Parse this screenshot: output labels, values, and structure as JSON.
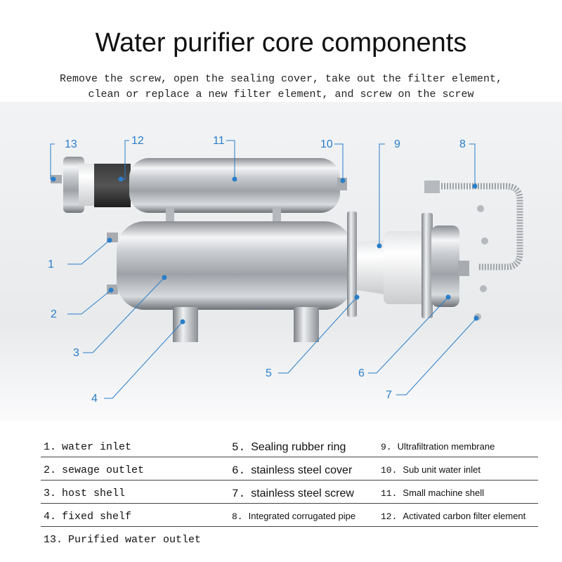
{
  "title": "Water purifier core components",
  "subtitle": [
    "Remove the screw, open the sealing cover, take out the filter element,",
    "clean or replace a new filter element, and screw on the screw"
  ],
  "callouts": [
    "1",
    "2",
    "3",
    "4",
    "5",
    "6",
    "7",
    "8",
    "9",
    "10",
    "11",
    "12",
    "13"
  ],
  "legend": {
    "col1": [
      {
        "num": "1.",
        "text": "water inlet"
      },
      {
        "num": "2.",
        "text": "sewage outlet"
      },
      {
        "num": "3.",
        "text": "host shell"
      },
      {
        "num": "4.",
        "text": "fixed shelf"
      },
      {
        "num": "13.",
        "text": "Purified water outlet"
      }
    ],
    "col2": [
      {
        "num": "5.",
        "text": "Sealing rubber ring"
      },
      {
        "num": "6.",
        "text": "stainless steel cover"
      },
      {
        "num": "7.",
        "text": "stainless steel screw"
      },
      {
        "num": "8.",
        "text": "Integrated corrugated pipe"
      }
    ],
    "col3": [
      {
        "num": "9.",
        "text": "Ultrafiltration membrane"
      },
      {
        "num": "10.",
        "text": "Sub unit water inlet"
      },
      {
        "num": "11.",
        "text": "Small machine shell"
      },
      {
        "num": "12.",
        "text": "Activated carbon filter element"
      }
    ]
  },
  "colors": {
    "callout": "#2a7ec9",
    "background_band": "#eef0f2"
  }
}
